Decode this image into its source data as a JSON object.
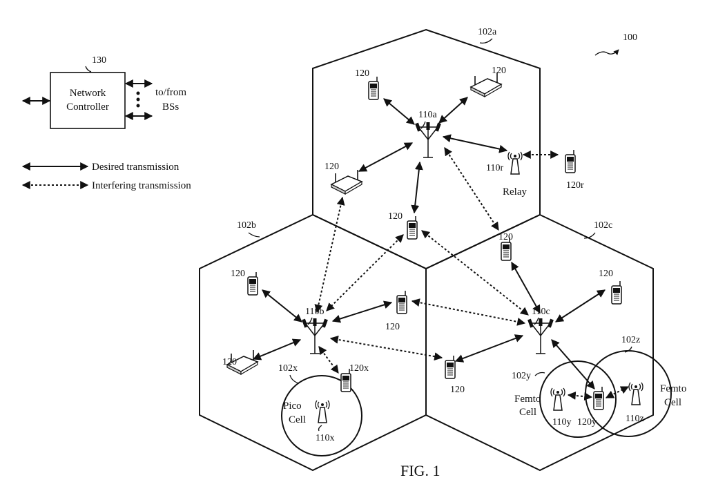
{
  "figure": {
    "ref_number": "100",
    "caption": "FIG. 1",
    "controller": {
      "ref": "130",
      "line1": "Network",
      "line2": "Controller",
      "to_from_1": "to/from",
      "to_from_2": "BSs"
    },
    "legend": {
      "desired": "Desired transmission",
      "interfering": "Interfering transmission"
    },
    "cells": {
      "a": "102a",
      "b": "102b",
      "c": "102c",
      "x": "102x",
      "y": "102y",
      "z": "102z"
    },
    "base_stations": {
      "a": "110a",
      "b": "110b",
      "c": "110c",
      "r": "110r",
      "x": "110x",
      "y": "110y",
      "z": "110z"
    },
    "ue_label": "120",
    "ue_special": {
      "r": "120r",
      "x": "120x",
      "y": "120y"
    },
    "small_cells": {
      "relay": "Relay",
      "pico_1": "Pico",
      "pico_2": "Cell",
      "femto_y_1": "Femto",
      "femto_y_2": "Cell",
      "femto_z_1": "Femto",
      "femto_z_2": "Cell"
    }
  }
}
